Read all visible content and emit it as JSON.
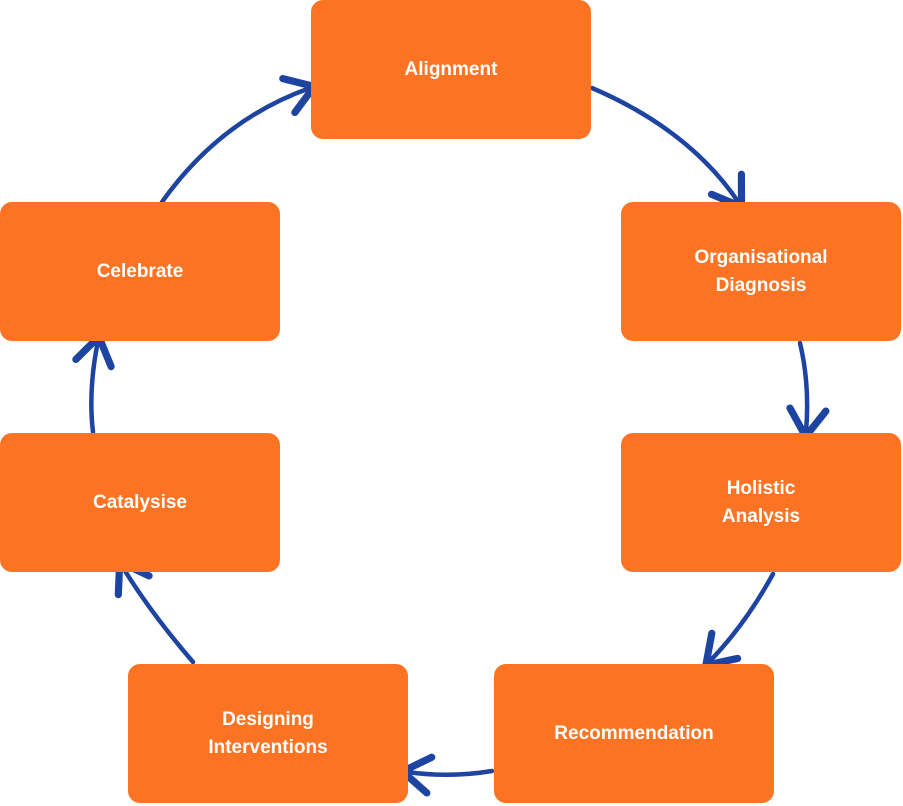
{
  "diagram": {
    "steps": [
      {
        "label": "Alignment"
      },
      {
        "label": "Organisational\nDiagnosis"
      },
      {
        "label": "Holistic\nAnalysis"
      },
      {
        "label": "Recommendation"
      },
      {
        "label": "Designing\nInterventions"
      },
      {
        "label": "Catalysise"
      },
      {
        "label": "Celebrate"
      }
    ],
    "colors": {
      "box": "#FC7423",
      "text": "#FFFFFF",
      "arrow": "#1C44A0"
    }
  }
}
